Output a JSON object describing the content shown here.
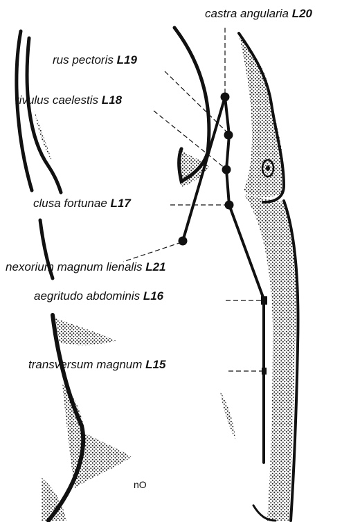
{
  "points": [
    {
      "name": "castra angularia",
      "code": "L20"
    },
    {
      "name": "rus pectoris",
      "code": "L19"
    },
    {
      "name": "rivulus caelestis",
      "code": "L18"
    },
    {
      "name": "clusa fortunae",
      "code": "L17"
    },
    {
      "name": "nexorium magnum lienalis",
      "code": "L21"
    },
    {
      "name": "aegritudo abdominis",
      "code": "L16"
    },
    {
      "name": "transversum magnum",
      "code": "L15"
    }
  ],
  "marks": [
    "nO"
  ],
  "colors": {
    "ink": "#111111",
    "background": "#ffffff",
    "stipple": "#222222"
  }
}
